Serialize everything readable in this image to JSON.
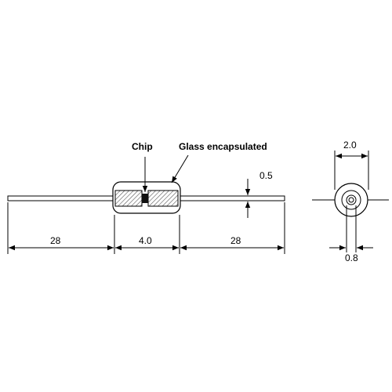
{
  "labels": {
    "chip": "Chip",
    "glass": "Glass encapsulated"
  },
  "dimensions": {
    "left_lead_length": "28",
    "body_length": "4.0",
    "right_lead_length": "28",
    "lead_diameter": "0.5",
    "body_diameter": "2.0",
    "end_view_small": "0.8"
  },
  "colors": {
    "line": "#000000",
    "hatch": "#555555",
    "chip": "#111111"
  }
}
